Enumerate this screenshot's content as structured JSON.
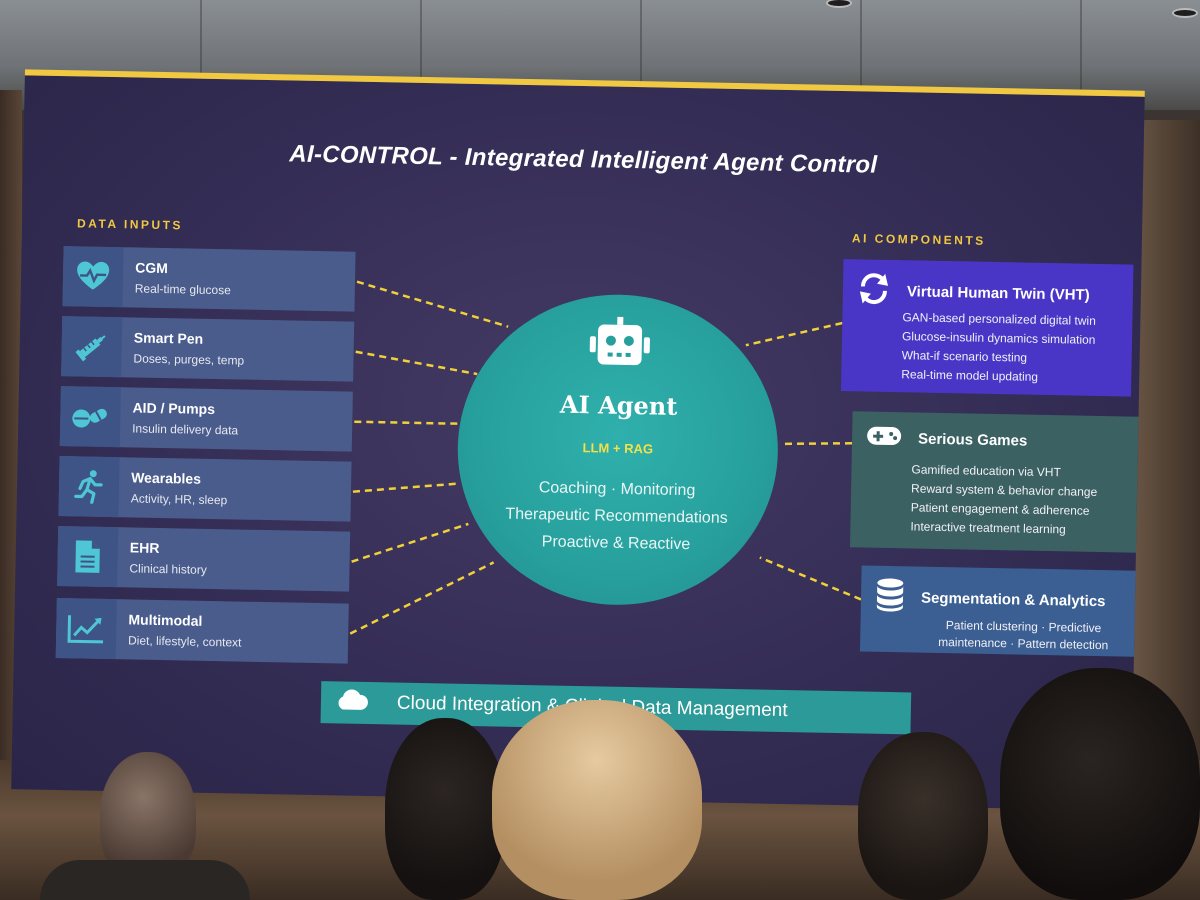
{
  "slide": {
    "title": "AI-CONTROL - Integrated Intelligent Agent Control",
    "inputs_label": "DATA INPUTS",
    "components_label": "AI COMPONENTS"
  },
  "inputs": [
    {
      "name": "CGM",
      "desc": "Real-time glucose",
      "icon": "heart-pulse-icon"
    },
    {
      "name": "Smart Pen",
      "desc": "Doses, purges, temp",
      "icon": "syringe-icon"
    },
    {
      "name": "AID / Pumps",
      "desc": "Insulin delivery data",
      "icon": "pills-icon"
    },
    {
      "name": "Wearables",
      "desc": "Activity, HR, sleep",
      "icon": "running-icon"
    },
    {
      "name": "EHR",
      "desc": "Clinical history",
      "icon": "document-icon"
    },
    {
      "name": "Multimodal",
      "desc": "Diet, lifestyle, context",
      "icon": "chart-line-icon"
    }
  ],
  "agent": {
    "title": "AI Agent",
    "subtitle": "LLM + RAG",
    "line1": "Coaching · Monitoring",
    "line2": "Therapeutic Recommendations",
    "line3": "Proactive & Reactive",
    "icon": "robot-icon"
  },
  "components": {
    "vht": {
      "title": "Virtual Human Twin (VHT)",
      "icon": "sync-icon",
      "items": [
        "GAN-based personalized digital twin",
        "Glucose-insulin dynamics simulation",
        "What-if scenario testing",
        "Real-time model updating"
      ]
    },
    "games": {
      "title": "Serious Games",
      "icon": "gamepad-icon",
      "items": [
        "Gamified education via VHT",
        "Reward system & behavior change",
        "Patient engagement & adherence",
        "Interactive treatment learning"
      ]
    },
    "seg": {
      "title": "Segmentation & Analytics",
      "icon": "database-icon",
      "items": [
        "Patient clustering · Predictive",
        "maintenance · Pattern detection"
      ]
    }
  },
  "footer": {
    "text": "Cloud Integration & Clinical Data Management",
    "icon": "cloud-icon"
  },
  "colors": {
    "accent_yellow": "#f1c842",
    "screen_bg": "#342d55",
    "agent_teal": "#27a09d",
    "vht_purple": "#4a36c6",
    "games_green": "#3c6163",
    "seg_blue": "#3c5f93",
    "input_blue": "#4a5c8c"
  }
}
